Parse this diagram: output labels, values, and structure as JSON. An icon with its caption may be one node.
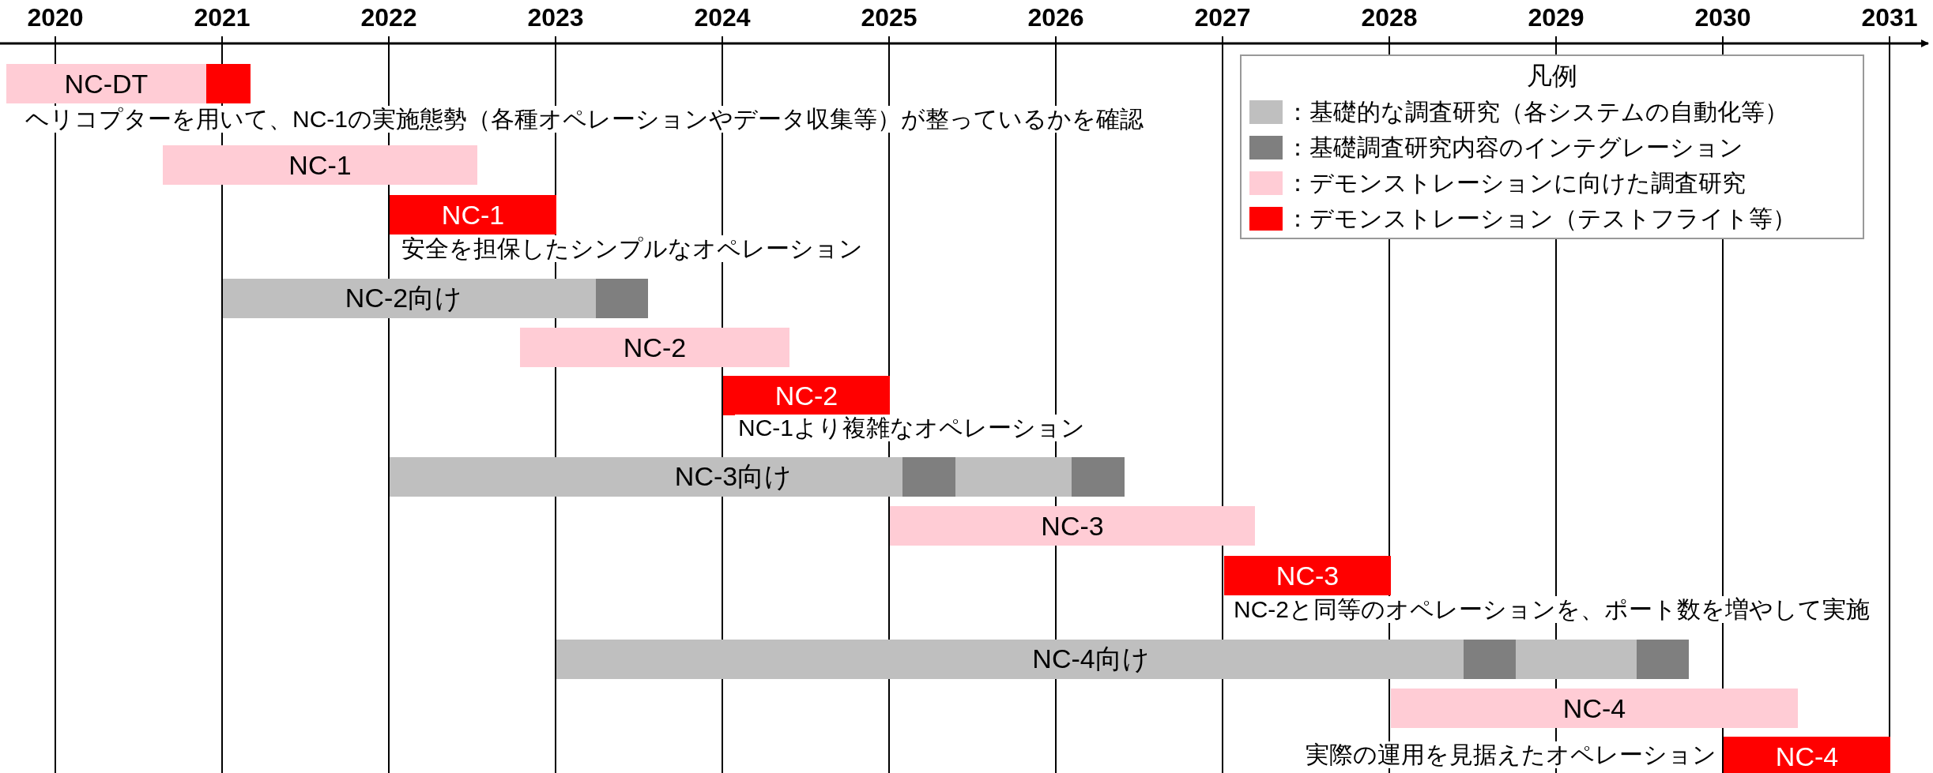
{
  "diagram": {
    "nodes": [
      {
        "text": [
          "NC-DT"
        ],
        "beside": [
          "ヘリコプターを用いて、NC-1の実施態勢（各種オペレーションやデータ収集等）が整っているかを確認"
        ]
      },
      {
        "text": [],
        "shape": "bar"
      },
      {
        "text": [
          "NC-1"
        ]
      },
      {
        "text": [
          "NC-1"
        ],
        "beside": [
          "安全を担保したシンプルなオペレーション"
        ]
      },
      {
        "text": [
          "NC-2向け"
        ]
      },
      {
        "text": [],
        "shape": "bar",
        "in": 4
      },
      {
        "text": [
          "NC-2"
        ]
      },
      {
        "text": [
          "NC-2"
        ],
        "beside": [
          "NC-1より複雑なオペレーション"
        ]
      },
      {
        "text": [
          "NC-3向け"
        ]
      },
      {
        "text": [],
        "shape": "bar",
        "in": 8
      },
      {
        "text": [],
        "shape": "bar",
        "in": 8
      },
      {
        "text": [
          "NC-3"
        ]
      },
      {
        "text": [
          "NC-3"
        ],
        "beside": [
          "NC-2と同等のオペレーションを、ポート数を増やして実施"
        ]
      },
      {
        "text": [
          "NC-4向け"
        ]
      },
      {
        "text": [],
        "shape": "bar",
        "in": 13
      },
      {
        "text": [],
        "shape": "bar",
        "in": 13
      },
      {
        "text": [
          "NC-4"
        ]
      },
      {
        "text": [
          "NC-4"
        ],
        "beside": [
          "実際の運用を見据えたオペレーション"
        ]
      }
    ],
    "labels": [
      "2020",
      "2021",
      "2022",
      "2023",
      "2024",
      "2025",
      "2026",
      "2027",
      "2028",
      "2029",
      "2030",
      "2031",
      "凡例"
    ],
    "legend": [
      {
        "text": "：基礎的な調査研究（各システムの自動化等）",
        "color": "#bfbfbf"
      },
      {
        "text": "：基礎調査研究内容のインテグレーション",
        "color": "#7f7f7f"
      },
      {
        "text": "：デモンストレーションに向けた調査研究",
        "color": "#ffccd5"
      },
      {
        "text": "：デモンストレーション（テストフライト等）",
        "color": "#ff0000"
      }
    ]
  }
}
